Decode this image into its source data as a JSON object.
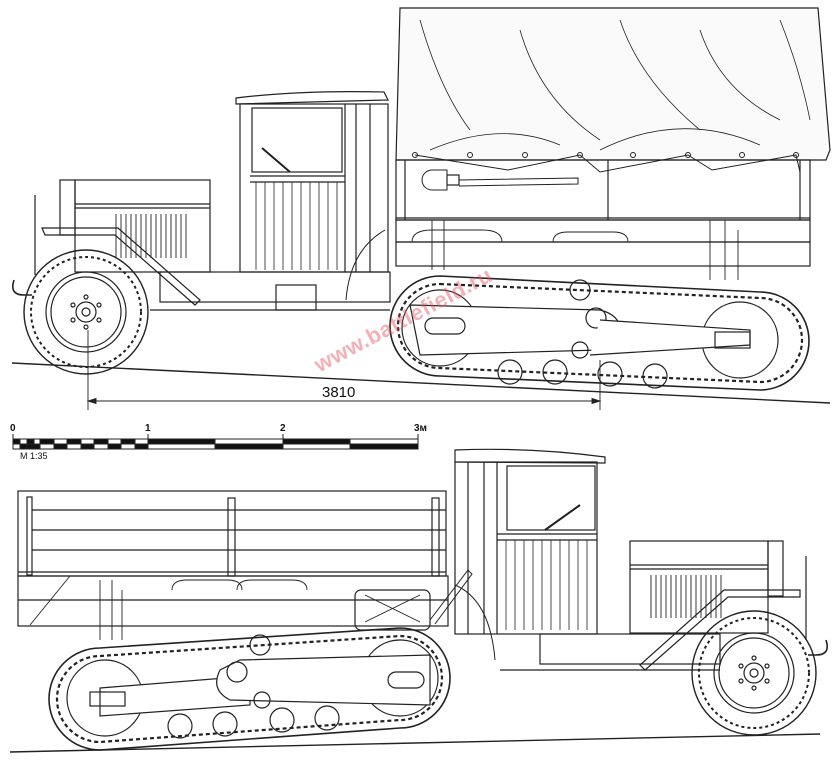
{
  "drawing": {
    "subject": "Half-track truck, side elevations (left and right)",
    "dimension_label": "3810",
    "scale_label": "M 1:35",
    "scale_ticks": [
      "0",
      "1",
      "2",
      "3м"
    ],
    "watermark": "www.battlefield.ru",
    "colors": {
      "line": "#222222",
      "background": "#ffffff",
      "watermark": "#e6505a"
    }
  }
}
